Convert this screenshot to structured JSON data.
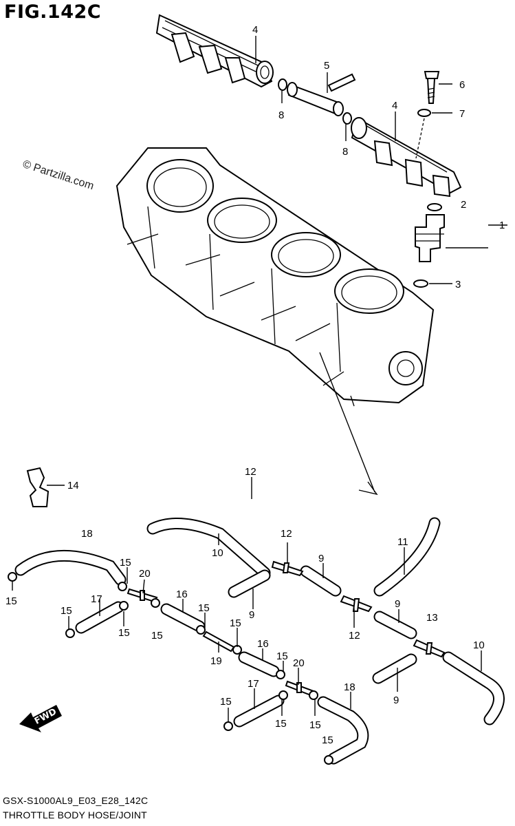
{
  "figure": {
    "title": "FIG.142C",
    "watermark": "© Partzilla.com",
    "model_code": "GSX-S1000AL9_E03_E28_142C",
    "section_name": "THROTTLE BODY HOSE/JOINT",
    "direction_label": "FWD"
  },
  "callouts": [
    {
      "id": "c1",
      "text": "1"
    },
    {
      "id": "c2",
      "text": "2"
    },
    {
      "id": "c3",
      "text": "3"
    },
    {
      "id": "c4a",
      "text": "4"
    },
    {
      "id": "c4b",
      "text": "4"
    },
    {
      "id": "c5",
      "text": "5"
    },
    {
      "id": "c6",
      "text": "6"
    },
    {
      "id": "c7",
      "text": "7"
    },
    {
      "id": "c8a",
      "text": "8"
    },
    {
      "id": "c8b",
      "text": "8"
    },
    {
      "id": "c9a",
      "text": "9"
    },
    {
      "id": "c9b",
      "text": "9"
    },
    {
      "id": "c9c",
      "text": "9"
    },
    {
      "id": "c9d",
      "text": "9"
    },
    {
      "id": "c10a",
      "text": "10"
    },
    {
      "id": "c10b",
      "text": "10"
    },
    {
      "id": "c11",
      "text": "11"
    },
    {
      "id": "c12a",
      "text": "12"
    },
    {
      "id": "c12b",
      "text": "12"
    },
    {
      "id": "c12c",
      "text": "12"
    },
    {
      "id": "c13",
      "text": "13"
    },
    {
      "id": "c14",
      "text": "14"
    },
    {
      "id": "c15a",
      "text": "15"
    },
    {
      "id": "c15b",
      "text": "15"
    },
    {
      "id": "c15c",
      "text": "15"
    },
    {
      "id": "c15d",
      "text": "15"
    },
    {
      "id": "c15e",
      "text": "15"
    },
    {
      "id": "c15f",
      "text": "15"
    },
    {
      "id": "c15g",
      "text": "15"
    },
    {
      "id": "c15h",
      "text": "15"
    },
    {
      "id": "c15i",
      "text": "15"
    },
    {
      "id": "c15j",
      "text": "15"
    },
    {
      "id": "c15k",
      "text": "15"
    },
    {
      "id": "c15l",
      "text": "15"
    },
    {
      "id": "c16a",
      "text": "16"
    },
    {
      "id": "c16b",
      "text": "16"
    },
    {
      "id": "c17a",
      "text": "17"
    },
    {
      "id": "c17b",
      "text": "17"
    },
    {
      "id": "c18a",
      "text": "18"
    },
    {
      "id": "c18b",
      "text": "18"
    },
    {
      "id": "c19",
      "text": "19"
    },
    {
      "id": "c20a",
      "text": "20"
    },
    {
      "id": "c20b",
      "text": "20"
    }
  ]
}
